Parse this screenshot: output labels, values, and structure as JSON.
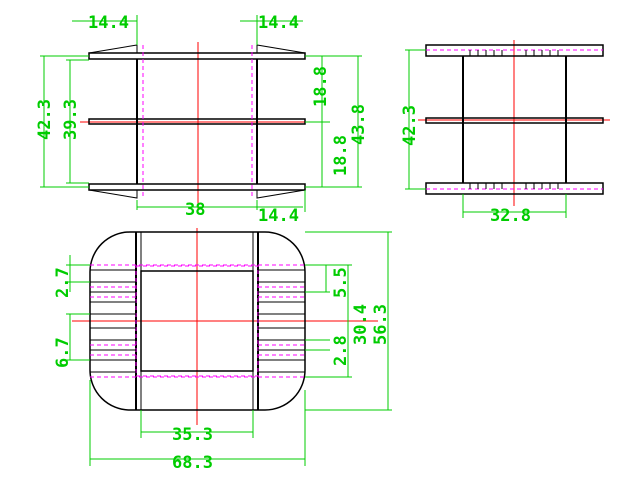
{
  "colors": {
    "background": "#ffffff",
    "outline": "#000000",
    "dimension": "#00cc00",
    "centerline": "#ff0000",
    "hidden": "#ff00ff"
  },
  "front_view": {
    "dims": {
      "flange_left_top": "14.4",
      "flange_right_top": "14.4",
      "height_outer": "42.3",
      "height_inner": "39.3",
      "upper_gap": "18.8",
      "lower_gap": "18.8",
      "height_total": "43.8",
      "core_width": "38",
      "flange_right_bottom": "14.4"
    }
  },
  "side_view": {
    "dims": {
      "height": "42.3",
      "core_width": "32.8"
    }
  },
  "top_view": {
    "dims": {
      "slot_pitch": "2.7",
      "slot_group": "6.7",
      "pin_spacing": "5.5",
      "pin_width": "2.8",
      "inner_span": "30.4",
      "outer_span": "56.3",
      "window_width": "35.3",
      "overall_width": "68.3"
    }
  }
}
